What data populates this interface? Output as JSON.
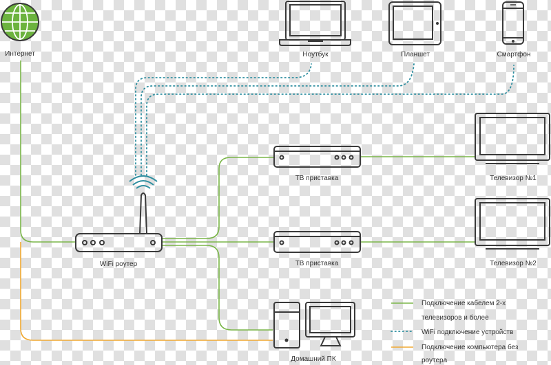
{
  "nodes": {
    "internet": "Интернет",
    "laptop": "Ноутбук",
    "tablet": "Планшет",
    "smartphone": "Смартфон",
    "router": "WiFi роутер",
    "tv_box_1": "ТВ приставка",
    "tv_box_2": "ТВ приставка",
    "tv_1": "Телевизор №1",
    "tv_2": "Телевизор №2",
    "home_pc": "Домашний ПК"
  },
  "legend": {
    "cable": [
      "Подключение кабелем 2-х",
      "телевизоров и более"
    ],
    "wifi": "WiFi подключение устройств",
    "direct": [
      "Подключение компьютера без",
      "роутера"
    ]
  },
  "colors": {
    "cable": "#7ab648",
    "wifi": "#2f8fa0",
    "direct": "#f0a830",
    "globe": "#6cb33e"
  }
}
